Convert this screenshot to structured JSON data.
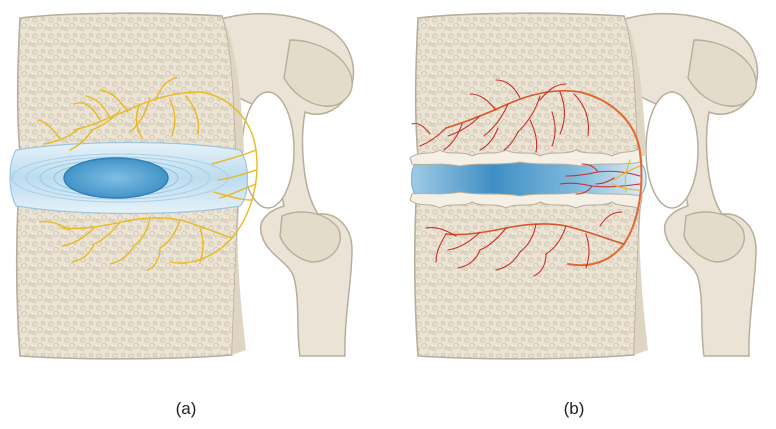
{
  "panels": [
    {
      "label": "(a)",
      "state": "healthy-disc-nerve-ingrowth",
      "nerve_color": "#e8b920"
    },
    {
      "label": "(b)",
      "state": "degenerated-disc-vascular-and-nerve-ingrowth",
      "nerve_color": "#e8b920",
      "vessel_color": "#d2462a"
    }
  ],
  "colors": {
    "bone_fill": "#e9e2d3",
    "bone_edge": "#b8ad9a",
    "trabecular_dots": "#cfc3ae",
    "disc_outer": "#cfe6f3",
    "disc_nucleus": "#5fa9d6",
    "artery": "#e2682f",
    "capillary": "#c8302a"
  }
}
